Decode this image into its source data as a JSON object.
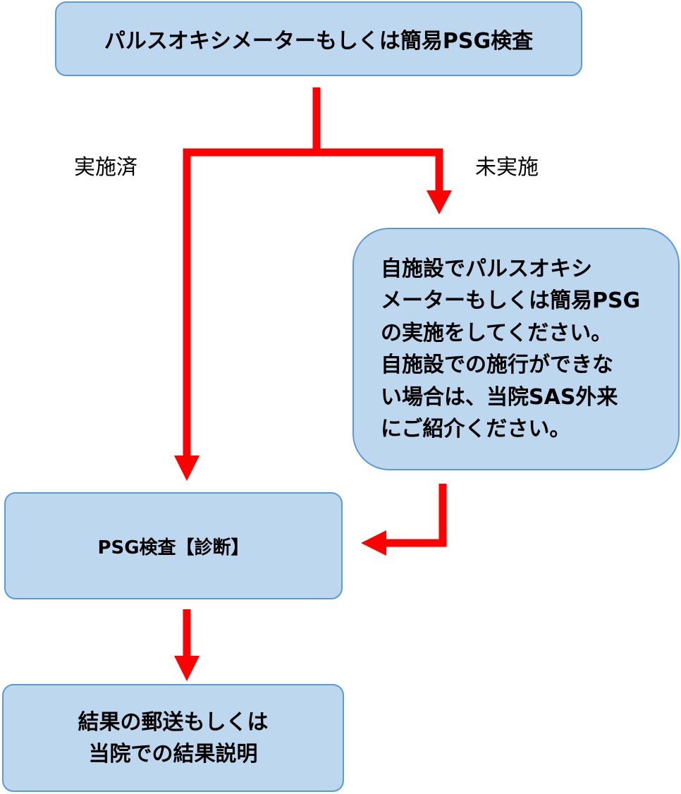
{
  "flowchart": {
    "top_box": "パルスオキシメーターもしくは簡易PSG検査",
    "branch_done_label": "実施済",
    "branch_not_done_label": "未実施",
    "right_box_lines": [
      "自施設でパルスオキシ",
      "メーターもしくは簡易PSG",
      "の実施をしてください。",
      "自施設での施行ができな",
      "い場合は、当院SAS外来",
      "にご紹介ください。"
    ],
    "psg_box": "PSG検査【診断】",
    "result_box_lines": [
      "結果の郵送もしくは",
      "当院での結果説明"
    ]
  },
  "colors": {
    "box_fill": "#bdd7ee",
    "box_border": "#5b9bd5",
    "arrow": "#ff0000"
  }
}
